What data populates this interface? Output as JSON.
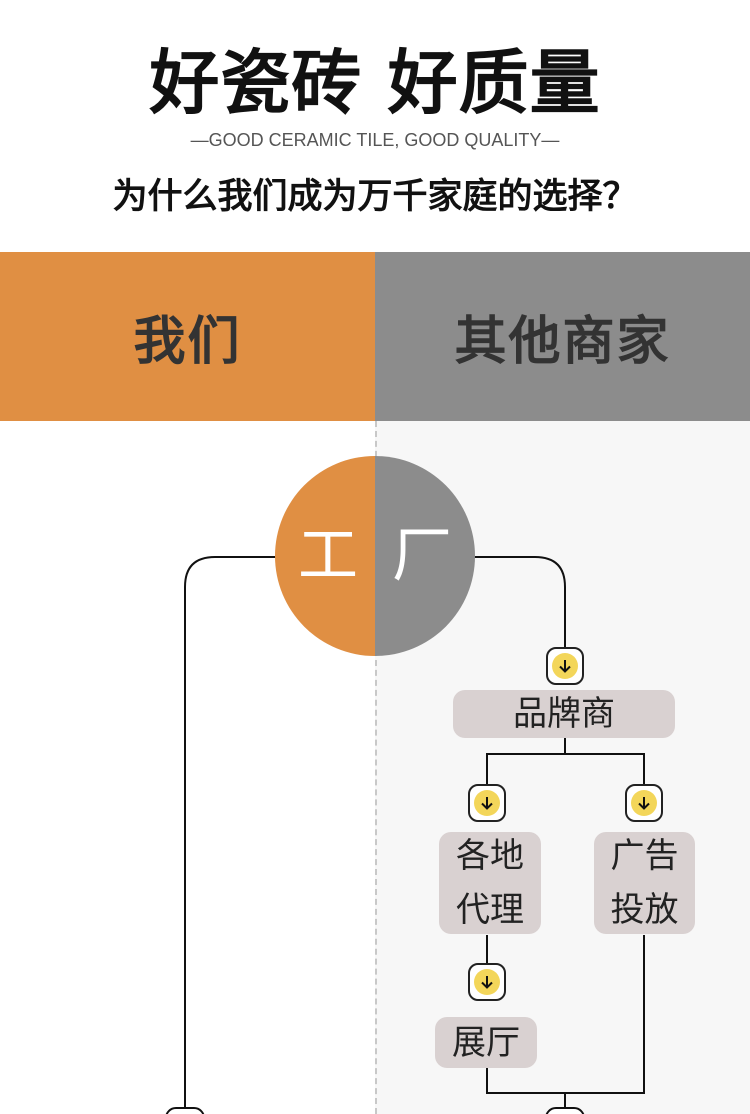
{
  "header": {
    "title": "好瓷砖 好质量",
    "subtitle": "—GOOD CERAMIC TILE, GOOD QUALITY—",
    "question": "为什么我们成为万千家庭的选择？"
  },
  "comparison": {
    "left_label": "我们",
    "right_label": "其他商家",
    "left_color": "#e08f43",
    "right_color": "#8c8c8c"
  },
  "flow": {
    "factory_left_char": "工",
    "factory_right_char": "厂",
    "brand": "品牌商",
    "agents_line1": "各地",
    "agents_line2": "代理",
    "ads_line1": "广告",
    "ads_line2": "投放",
    "showroom": "展厅",
    "arrow_icon": "arrow-down-icon",
    "arrow_color": "#f3d65a"
  }
}
